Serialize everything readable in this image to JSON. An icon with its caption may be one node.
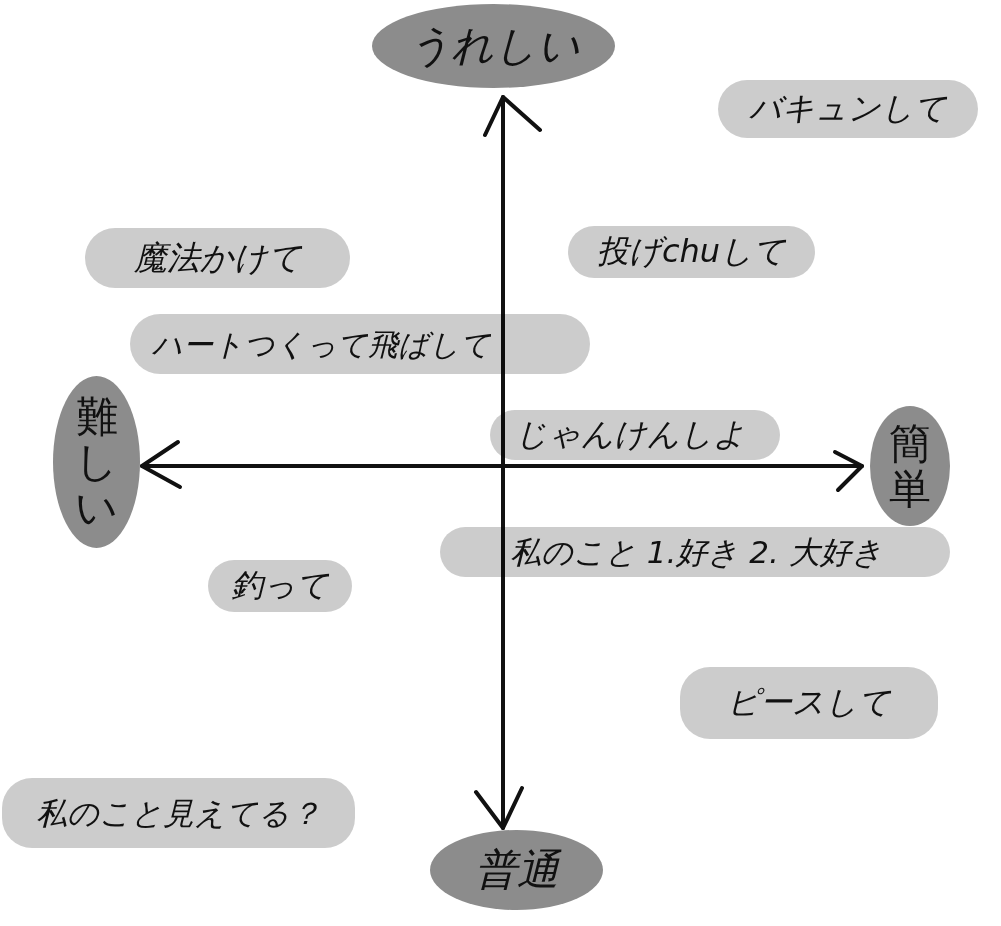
{
  "diagram": {
    "nodes": [
      {
        "text": [
          "うれしい"
        ]
      },
      {
        "text": [
          "バキュンして"
        ]
      },
      {
        "text": [
          "魔法かけて"
        ]
      },
      {
        "text": [
          "投げchuして"
        ]
      },
      {
        "text": [
          "ハートつくって飛ばして"
        ]
      },
      {
        "text": [
          "難しい"
        ]
      },
      {
        "text": [
          "じゃんけんしよ"
        ]
      },
      {
        "text": [
          "簡単"
        ]
      },
      {
        "text": [
          "私のこと 1.好き 2. 大好き"
        ]
      },
      {
        "text": [
          "釣って"
        ]
      },
      {
        "text": [
          "ピースして"
        ]
      },
      {
        "text": [
          "私のこと見えてる？"
        ]
      },
      {
        "text": [
          "普通"
        ]
      }
    ]
  }
}
